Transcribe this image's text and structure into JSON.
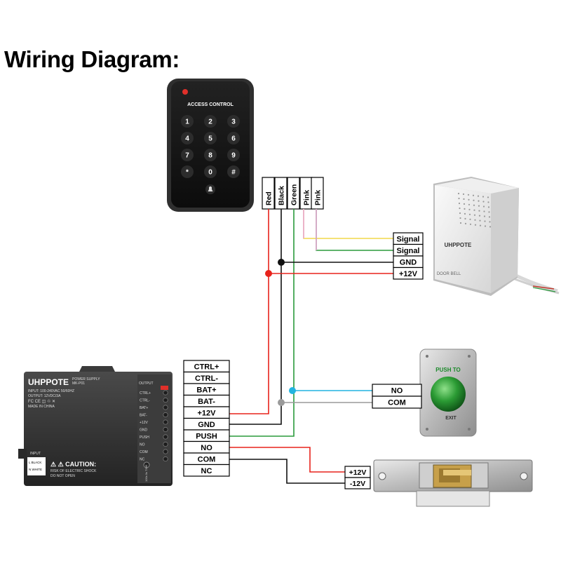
{
  "title": "Wiring Diagram:",
  "keypad": {
    "header": "ACCESS CONTROL",
    "keys": [
      "1",
      "2",
      "3",
      "4",
      "5",
      "6",
      "7",
      "8",
      "9",
      "*",
      "0",
      "#"
    ],
    "bell_symbol": "🔔"
  },
  "reader_wires": [
    "Red",
    "Black",
    "Green",
    "Pink",
    "Pink"
  ],
  "doorbell": {
    "terminals": [
      "Signal",
      "Signal",
      "GND",
      "+12V"
    ],
    "brand": "UHPPOTE",
    "label": "DOOR BELL"
  },
  "power_supply": {
    "brand": "UHPPOTE",
    "subtitle": "POWER SUPPLY",
    "model": "MK-P01",
    "input_line": "INPUT:   100-240VAC 50/60HZ",
    "output_line": "OUTPUT: 12VDC/3A",
    "cert": "FC CE ◫ ♲ ✕",
    "made_in": "MADE IN CHINA",
    "caution_title": "⚠ ⚠ CAUTION:",
    "caution_line1": "RISK OF ELECTRIC SHOCK",
    "caution_line2": "DO NOT OPEN",
    "output_header": "OUTPUT",
    "input_header": "INPUT",
    "input_terminals": [
      "L BLACK",
      "N WHITE"
    ],
    "output_terminals": [
      "CTRL+",
      "CTRL-",
      "BAT+",
      "BAT-",
      "+12V",
      "GND",
      "PUSH",
      "NO",
      "COM",
      "NC"
    ],
    "time_label": "100s 0s TIME"
  },
  "terminal_block": [
    "CTRL+",
    "CTRL-",
    "BAT+",
    "BAT-",
    "+12V",
    "GND",
    "PUSH",
    "NO",
    "COM",
    "NC"
  ],
  "exit_button": {
    "terminals": [
      "NO",
      "COM"
    ],
    "top_text": "PUSH TO",
    "bottom_text": "EXIT"
  },
  "lock": {
    "terminals": [
      "+12V",
      "-12V"
    ]
  },
  "colors": {
    "red": "#e8231c",
    "black": "#111111",
    "green": "#2a9a3c",
    "pink": "#e9a6d6",
    "yellow": "#f2d94a",
    "blue": "#22b4e0",
    "gray": "#9a9a9a"
  }
}
